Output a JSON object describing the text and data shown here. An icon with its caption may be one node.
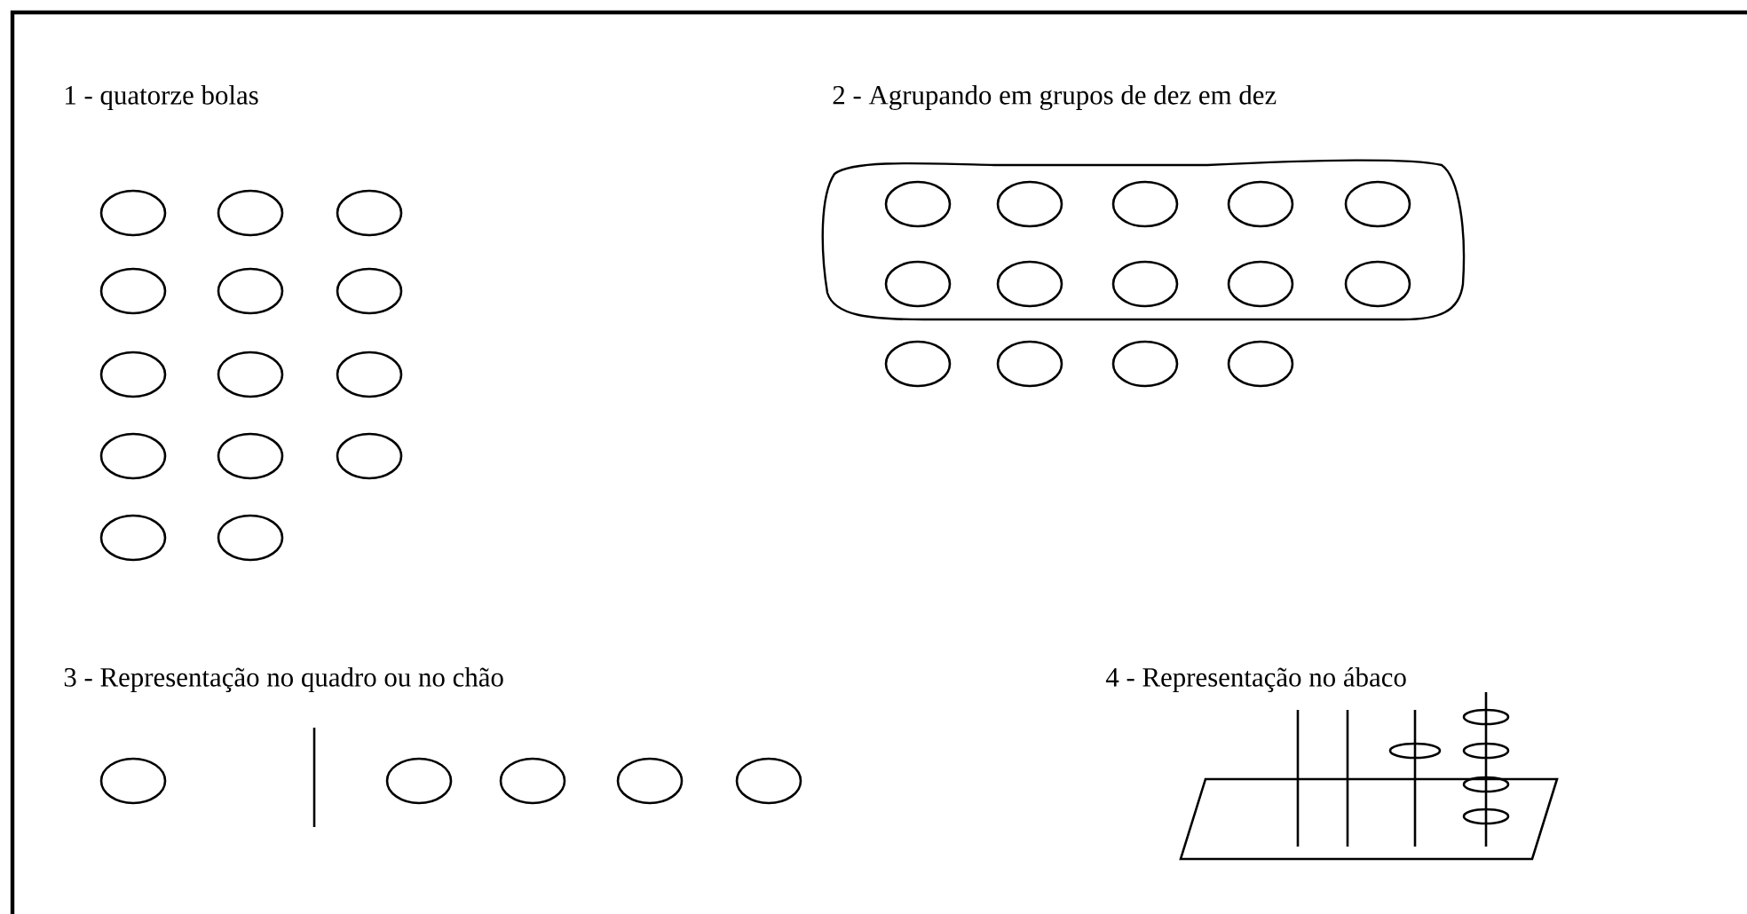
{
  "diagram": {
    "labels": [
      "1 - quatorze bolas",
      "2 - Agrupando em grupos de dez em dez",
      "3 - Representação no quadro ou no chão",
      "4 - Representação no ábaco"
    ]
  }
}
